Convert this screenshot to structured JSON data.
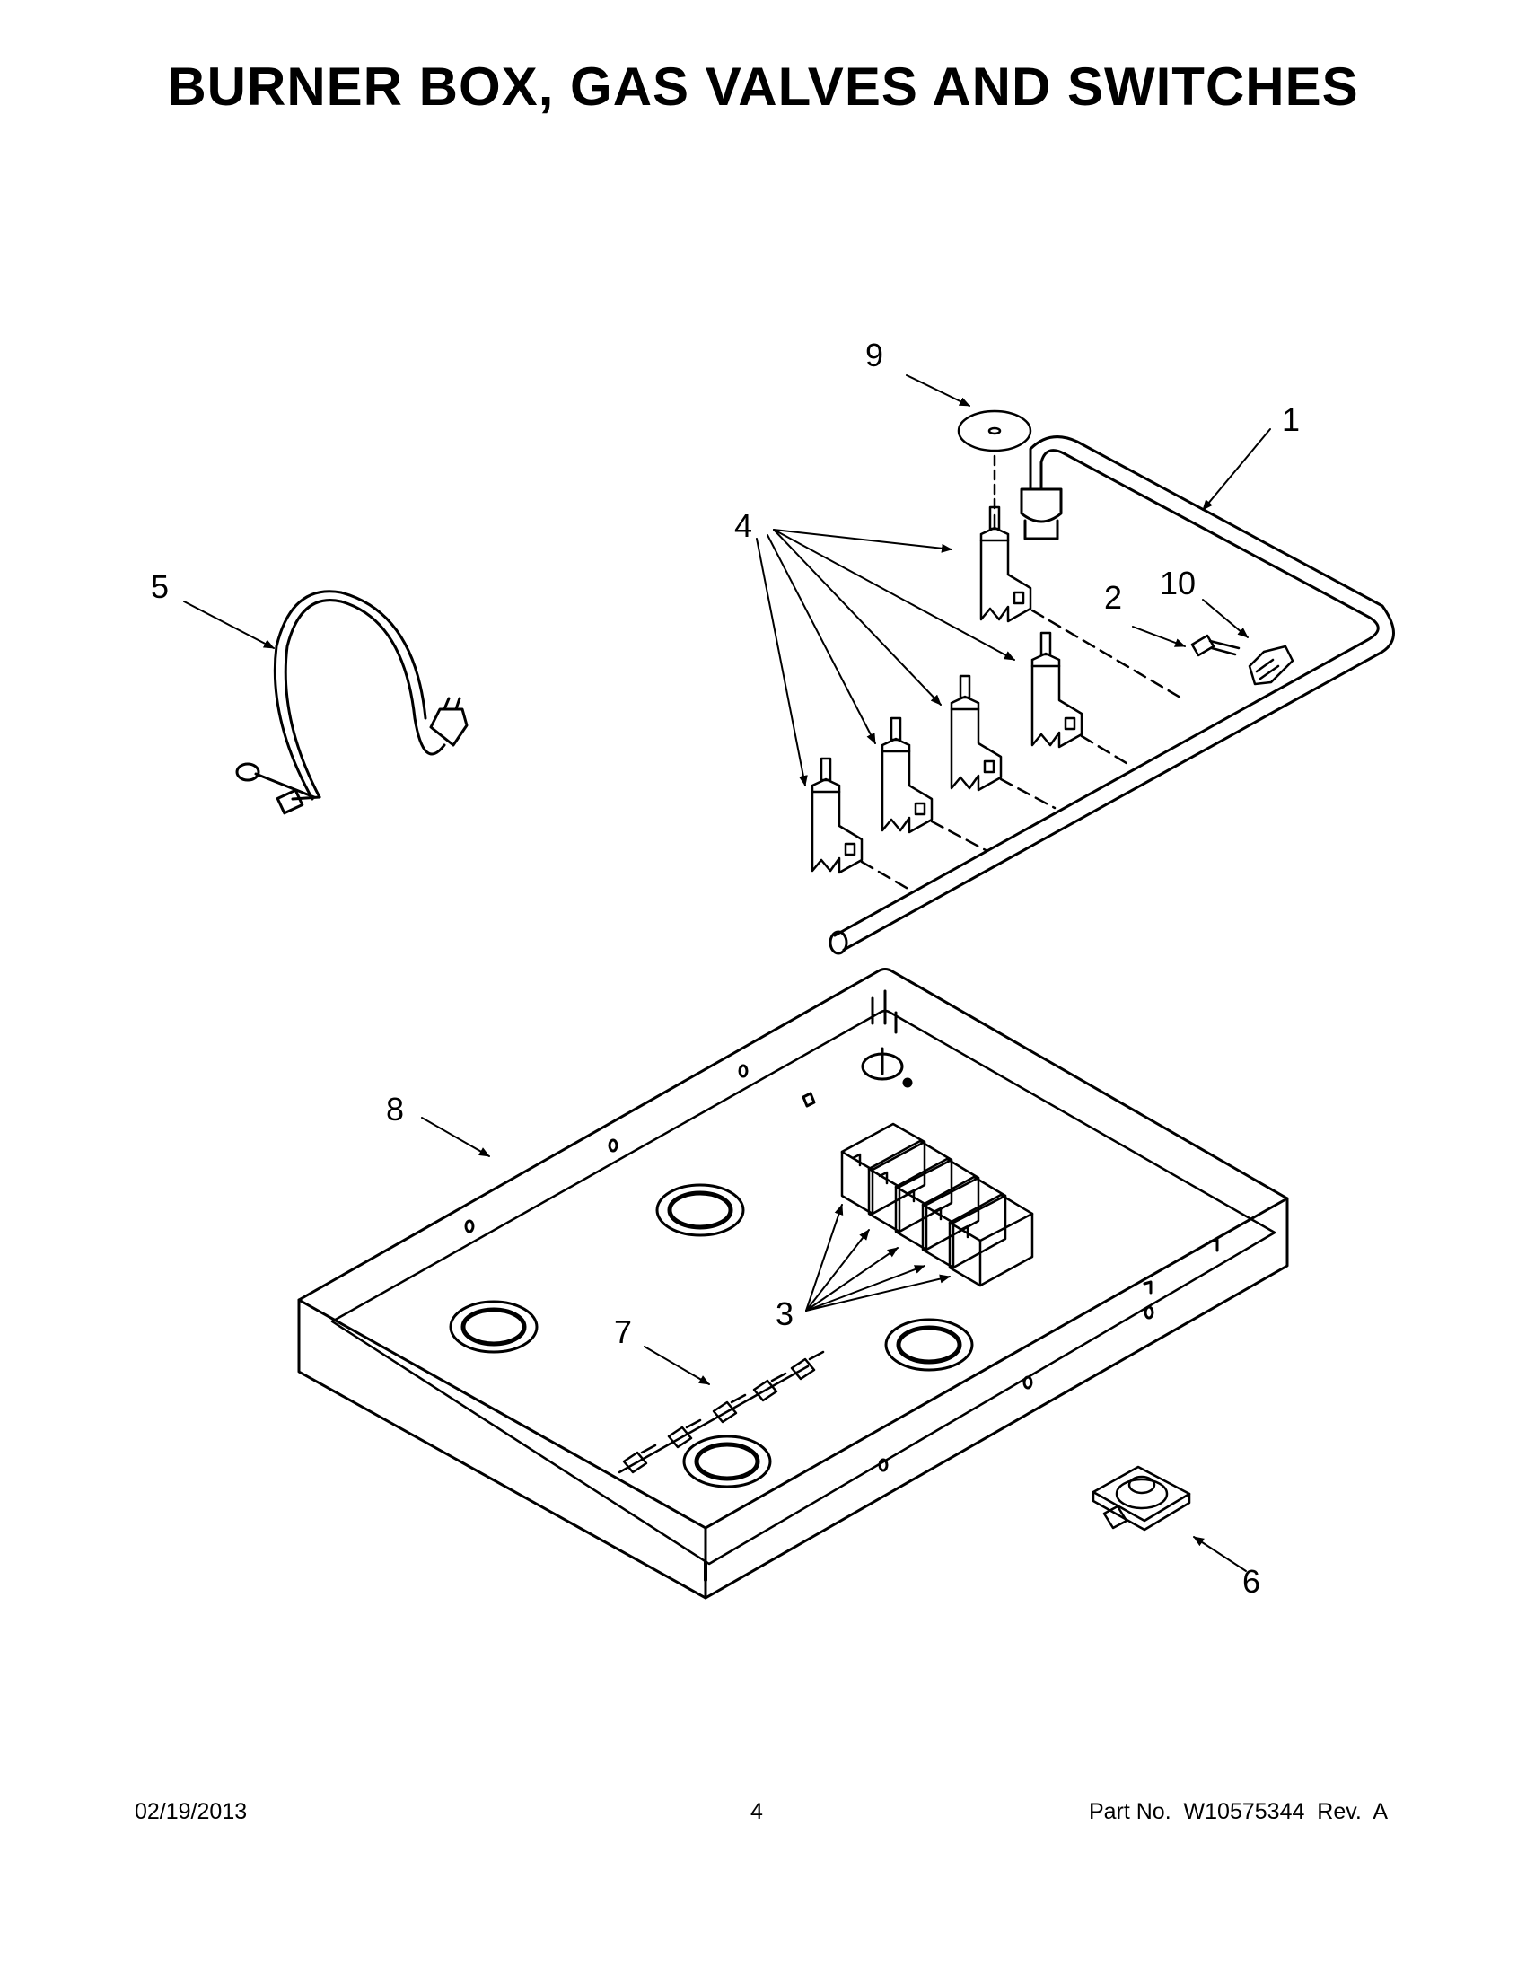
{
  "page": {
    "title": "BURNER BOX, GAS VALVES AND SWITCHES",
    "footer": {
      "date": "02/19/2013",
      "page_number": "4",
      "part_number": "Part No.  W10575344  Rev.  A"
    }
  },
  "callouts": [
    "1",
    "2",
    "3",
    "4",
    "5",
    "6",
    "7",
    "8",
    "9",
    "10"
  ]
}
